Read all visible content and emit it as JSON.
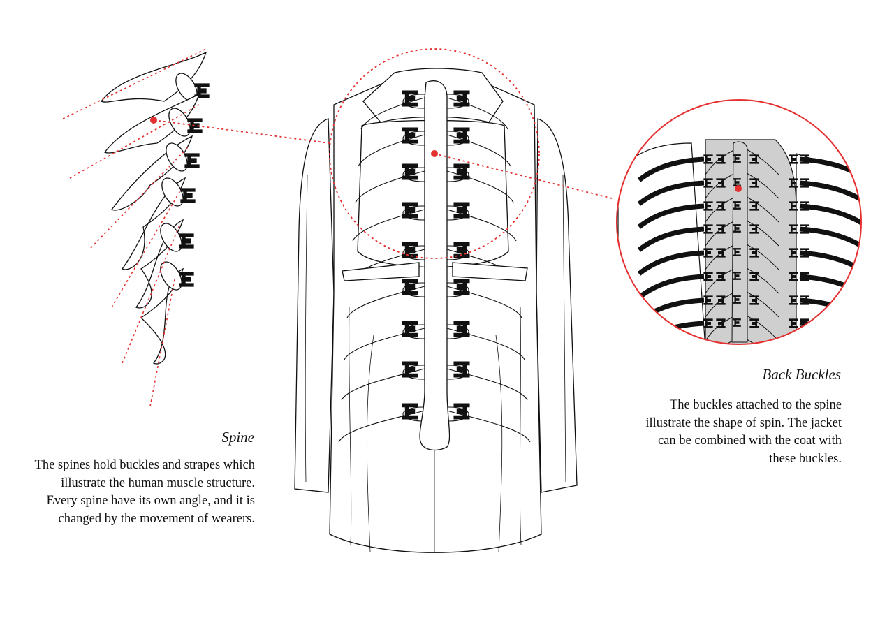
{
  "colors": {
    "annotation_red": "#e53030",
    "line": "#111111",
    "shade": "#cfcfcf",
    "buckle": "#111111"
  },
  "captions": {
    "spine": {
      "title": "Spine",
      "body": "The spines hold buckles and strapes which illustrate the human muscle structure. Every spine have its own angle, and it is changed by the movement of wearers."
    },
    "back_buckles": {
      "title": "Back Buckles",
      "body": "The buckles attached to the spine illustrate the shape of spin. The jacket can be combined with the coat with these buckles."
    }
  },
  "icons": {
    "buckle": "buckle-icon",
    "callout_dot": "callout-dot-icon"
  }
}
